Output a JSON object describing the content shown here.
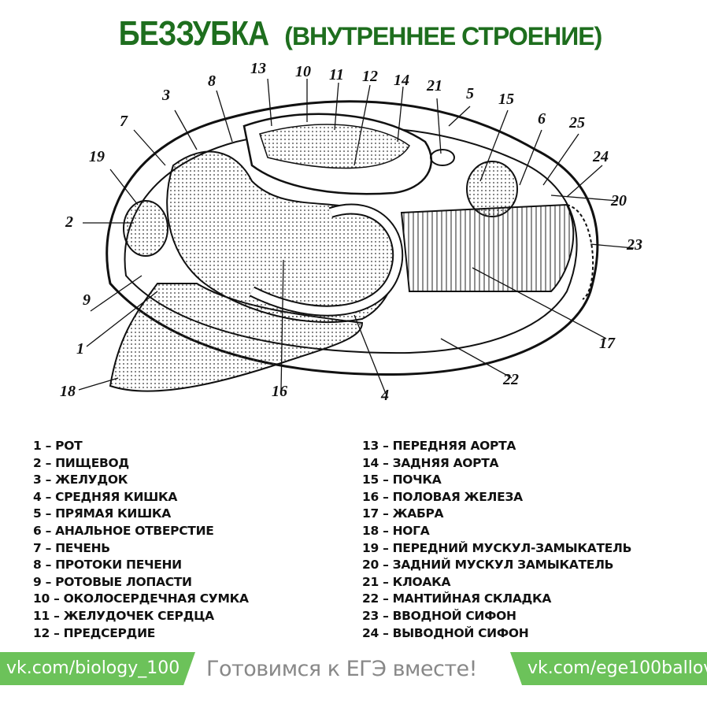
{
  "title": {
    "main": "БЕЗЗУБКА",
    "sub": "(ВНУТРЕННЕЕ СТРОЕНИЕ)"
  },
  "diagram_labels": [
    "13",
    "10",
    "11",
    "12",
    "14",
    "21",
    "5",
    "15",
    "6",
    "25",
    "24",
    "20",
    "23",
    "17",
    "22",
    "4",
    "16",
    "18",
    "1",
    "9",
    "2",
    "19",
    "7",
    "3",
    "8"
  ],
  "legend_left": [
    "1 – РОТ",
    "2 – ПИЩЕВОД",
    "3 – ЖЕЛУДОК",
    "4 – СРЕДНЯЯ КИШКА",
    "5 – ПРЯМАЯ КИШКА",
    "6 – АНАЛЬНОЕ ОТВЕРСТИЕ",
    "7 – ПЕЧЕНЬ",
    "8 – ПРОТОКИ ПЕЧЕНИ",
    "9 – РОТОВЫЕ ЛОПАСТИ",
    "10 – ОКОЛОСЕРДЕЧНАЯ СУМКА",
    "11 – ЖЕЛУДОЧЕК СЕРДЦА",
    "12 – ПРЕДСЕРДИЕ"
  ],
  "legend_right": [
    "13 – ПЕРЕДНЯЯ АОРТА",
    "14 – ЗАДНЯЯ АОРТА",
    "15 – ПОЧКА",
    "16 – ПОЛОВАЯ ЖЕЛЕЗА",
    "17 – ЖАБРА",
    "18 – НОГА",
    "19 – ПЕРЕДНИЙ МУСКУЛ-ЗАМЫКАТЕЛЬ",
    "20 – ЗАДНИЙ МУСКУЛ ЗАМЫКАТЕЛЬ",
    "21 – КЛОАКА",
    "22 – МАНТИЙНАЯ СКЛАДКА",
    "23 – ВВОДНОЙ СИФОН",
    "24 – ВЫВОДНОЙ СИФОН"
  ],
  "footer": {
    "left_link": "vk.com/biology_100",
    "slogan": "Готовимся к ЕГЭ вместе!",
    "right_link": "vk.com/ege100ballov"
  },
  "colors": {
    "title": "#1e6e1e",
    "banner": "#6cc25a"
  }
}
